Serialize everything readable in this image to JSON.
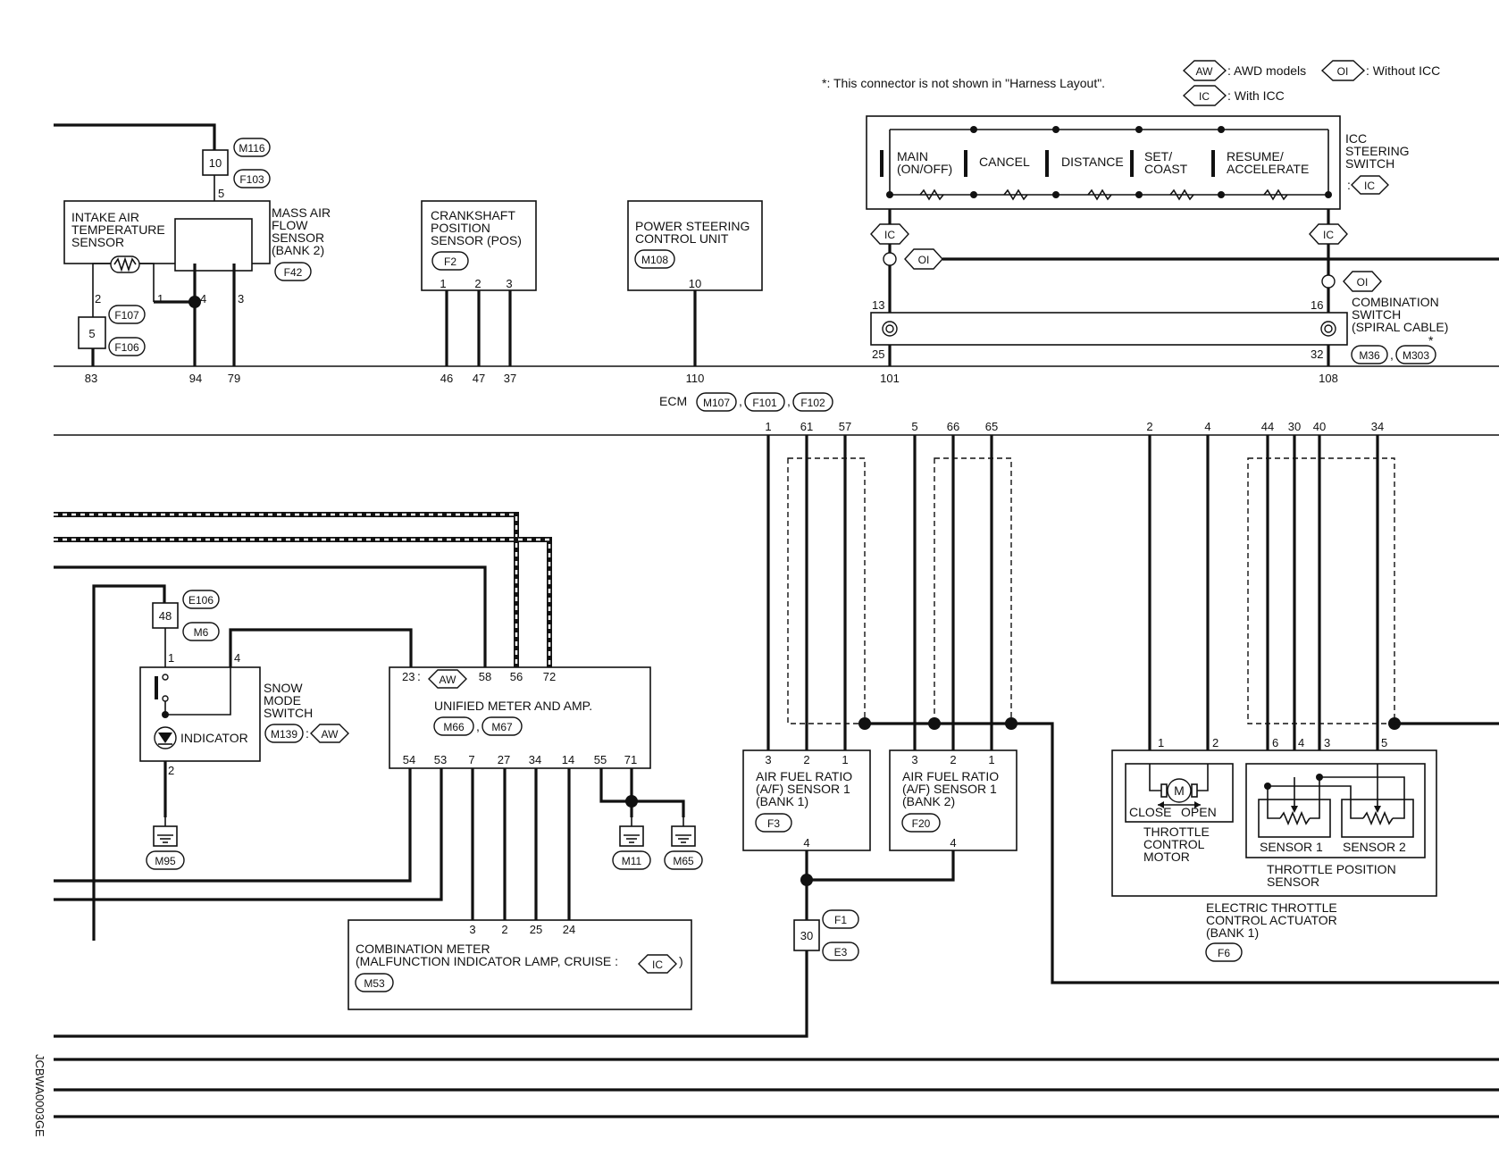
{
  "legend": {
    "note": "*: This connector is not shown in \"Harness Layout\".",
    "aw": {
      "code": "AW",
      "desc": ": AWD models"
    },
    "oi": {
      "code": "OI",
      "desc": ": Without ICC"
    },
    "ic": {
      "code": "IC",
      "desc": ": With ICC"
    }
  },
  "maf": {
    "title": [
      "MASS AIR",
      "FLOW",
      "SENSOR",
      "(BANK 2)"
    ],
    "iat": [
      "INTAKE AIR",
      "TEMPERATURE",
      "SENSOR"
    ],
    "connector": "F42",
    "joint_pin": "10",
    "joint_c1": "M116",
    "joint_c2": "F103",
    "pin5": "5",
    "pins": [
      "2",
      "1",
      "4",
      "3"
    ],
    "lower_joint_pin": "5",
    "lower_c1": "F107",
    "lower_c2": "F106"
  },
  "ckp": {
    "title": [
      "CRANKSHAFT",
      "POSITION",
      "SENSOR (POS)"
    ],
    "connector": "F2",
    "pins": [
      "1",
      "2",
      "3"
    ]
  },
  "ps": {
    "title": [
      "POWER STEERING",
      "CONTROL UNIT"
    ],
    "connector": "M108",
    "pin": "10"
  },
  "icc": {
    "title": [
      "ICC",
      "STEERING",
      "SWITCH"
    ],
    "colon": ":",
    "cond": "IC",
    "switches": [
      [
        "MAIN",
        "(ON/OFF)"
      ],
      [
        "CANCEL"
      ],
      [
        "DISTANCE"
      ],
      [
        "SET/",
        "COAST"
      ],
      [
        "RESUME/",
        "ACCELERATE"
      ]
    ]
  },
  "comb_switch": {
    "title": [
      "COMBINATION",
      "SWITCH",
      "(SPIRAL CABLE)"
    ],
    "connectors": [
      "M36",
      "M303"
    ],
    "comma": ",",
    "star": "*",
    "pins": {
      "top_left": "13",
      "bottom_left": "25",
      "top_right": "16",
      "bottom_right": "32"
    }
  },
  "ecm": {
    "label": "ECM",
    "connectors": [
      "M107",
      "F101",
      "F102"
    ],
    "comma": ",",
    "top_pins": [
      "83",
      "94",
      "79",
      "46",
      "47",
      "37",
      "110",
      "101",
      "108"
    ],
    "bottom_pins": [
      "1",
      "61",
      "57",
      "5",
      "66",
      "65",
      "2",
      "4",
      "44",
      "30",
      "40",
      "34"
    ]
  },
  "snow": {
    "title": [
      "SNOW",
      "MODE",
      "SWITCH"
    ],
    "connector": "M139",
    "colon": ":",
    "cond": "AW",
    "indicator": "INDICATOR",
    "pins": [
      "1",
      "4",
      "2"
    ],
    "joint_pin": "48",
    "joint_c1": "E106",
    "joint_c2": "M6",
    "ground": "M95"
  },
  "meter_amp": {
    "title": "UNIFIED METER AND AMP.",
    "connectors": [
      "M66",
      "M67"
    ],
    "comma": ",",
    "pin23": "23",
    "colon": ":",
    "cond": "AW",
    "top_pins": [
      "58",
      "56",
      "72"
    ],
    "bottom_pins": [
      "54",
      "53",
      "7",
      "27",
      "34",
      "14",
      "55",
      "71"
    ],
    "grounds": [
      "M11",
      "M65"
    ]
  },
  "comb_meter": {
    "title": [
      "COMBINATION METER",
      "(MALFUNCTION INDICATOR LAMP, CRUISE :"
    ],
    "cond": "IC",
    "close": ")",
    "connector": "M53",
    "pins": [
      "3",
      "2",
      "25",
      "24"
    ]
  },
  "af1": {
    "title": [
      "AIR FUEL RATIO",
      "(A/F) SENSOR 1",
      "(BANK 1)"
    ],
    "connector": "F3",
    "pins": [
      "3",
      "2",
      "1",
      "4"
    ]
  },
  "af2": {
    "title": [
      "AIR FUEL RATIO",
      "(A/F) SENSOR 1",
      "(BANK 2)"
    ],
    "connector": "F20",
    "pins": [
      "3",
      "2",
      "1",
      "4"
    ]
  },
  "af_joint": {
    "pin": "30",
    "c1": "F1",
    "c2": "E3"
  },
  "throttle": {
    "motor": [
      "THROTTLE",
      "CONTROL",
      "MOTOR"
    ],
    "motor_symbol": "M",
    "close": "CLOSE",
    "open": "OPEN",
    "tps": [
      "THROTTLE POSITION",
      "SENSOR"
    ],
    "sensor1": "SENSOR 1",
    "sensor2": "SENSOR 2",
    "actuator": [
      "ELECTRIC THROTTLE",
      "CONTROL ACTUATOR",
      "(BANK 1)"
    ],
    "connector": "F6",
    "pins": [
      "1",
      "2",
      "6",
      "4",
      "3",
      "5"
    ]
  },
  "code": "JCBWA0003GE"
}
